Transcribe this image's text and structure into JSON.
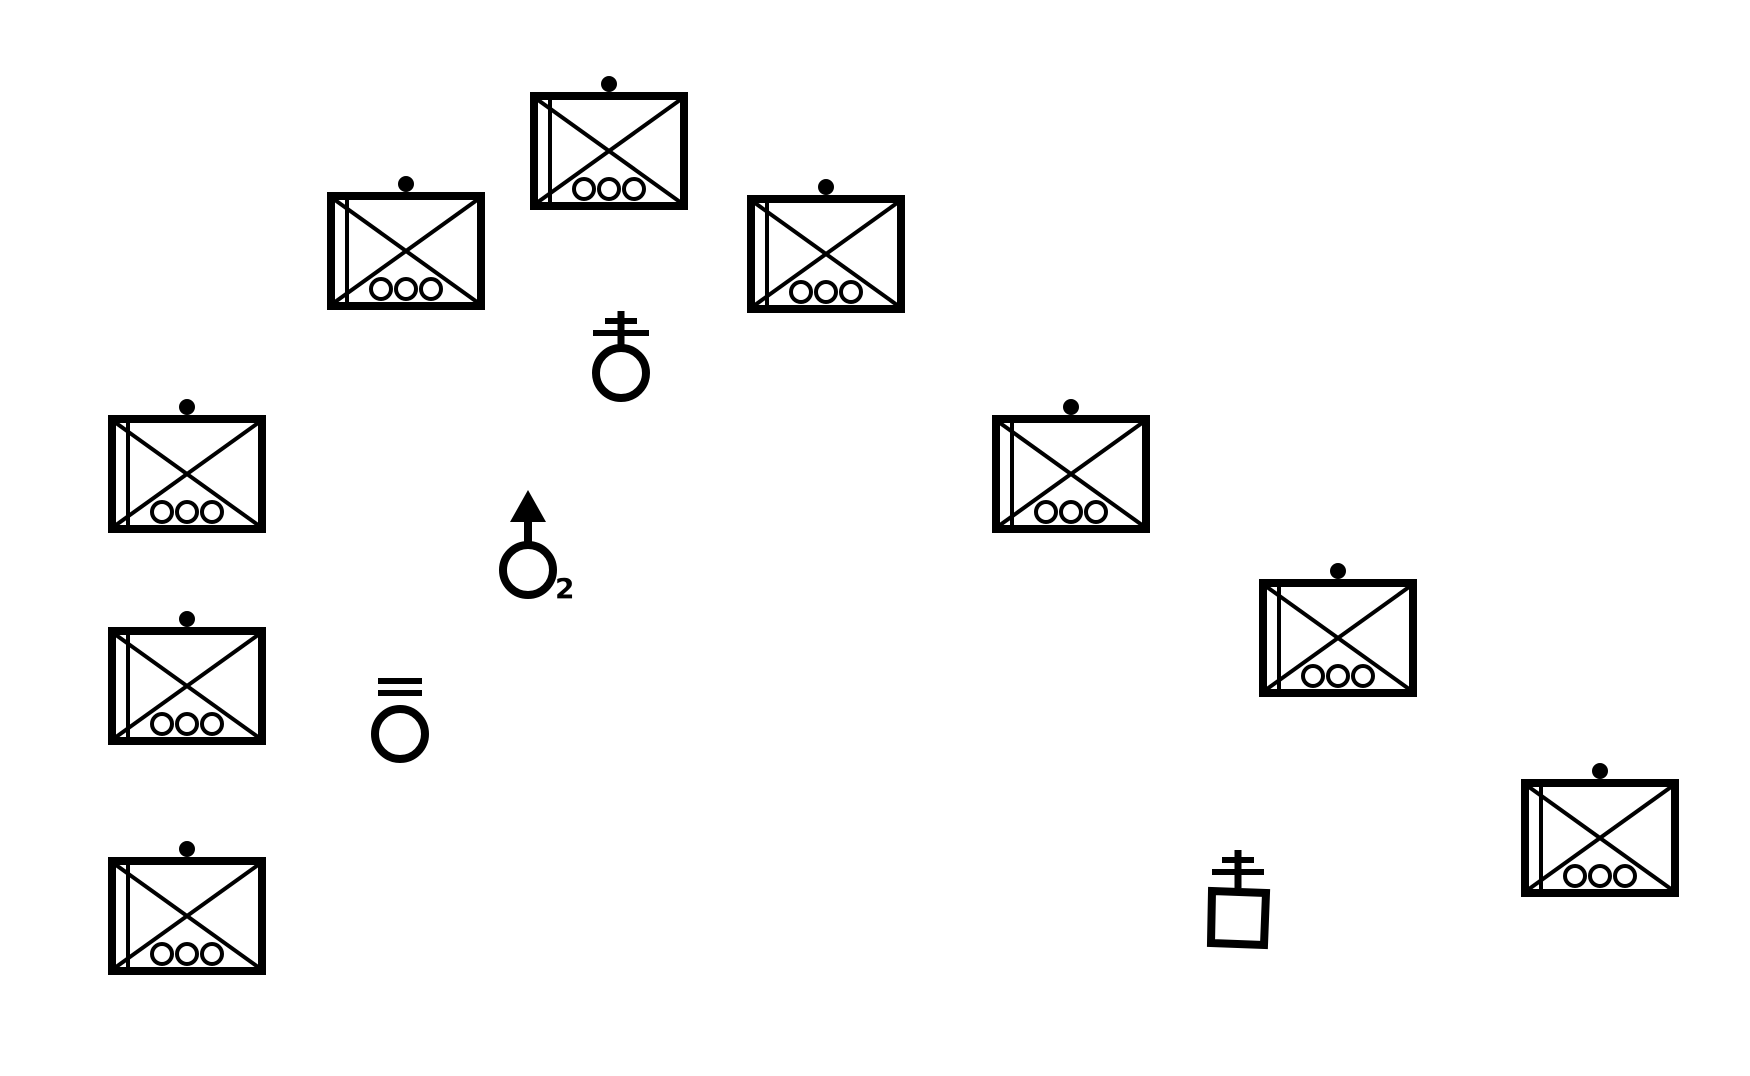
{
  "diagram": {
    "symbols": [
      {
        "type": "mech-infantry-platoon"
      },
      {
        "type": "mech-infantry-platoon"
      },
      {
        "type": "mech-infantry-platoon"
      },
      {
        "type": "mech-infantry-platoon"
      },
      {
        "type": "mech-infantry-platoon"
      },
      {
        "type": "mech-infantry-platoon"
      },
      {
        "type": "mech-infantry-platoon"
      },
      {
        "type": "mech-infantry-platoon"
      },
      {
        "type": "mech-infantry-platoon"
      },
      {
        "type": "company-commander"
      },
      {
        "type": "observer",
        "suffix": "2"
      },
      {
        "type": "executive-officer"
      },
      {
        "type": "first-sergeant"
      }
    ]
  },
  "style": {
    "stroke_color": "#000000",
    "background": "#ffffff"
  }
}
